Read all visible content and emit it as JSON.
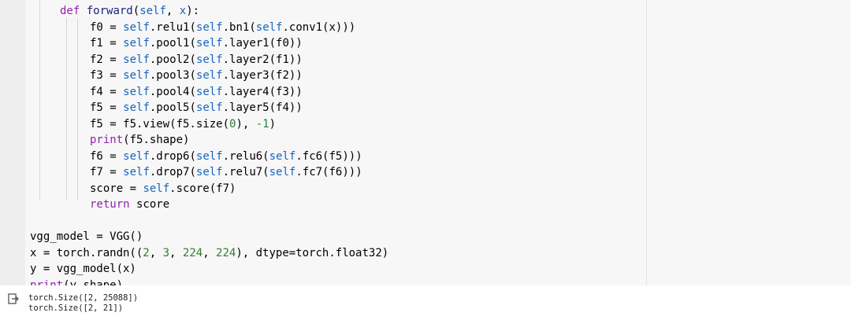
{
  "code": {
    "lines": [
      {
        "indent": 1,
        "tokens": [
          {
            "t": "def",
            "c": "kw"
          },
          {
            "t": " "
          },
          {
            "t": "forward",
            "c": "fn"
          },
          {
            "t": "("
          },
          {
            "t": "self",
            "c": "slf"
          },
          {
            "t": ", "
          },
          {
            "t": "x",
            "c": "slf"
          },
          {
            "t": "):"
          }
        ]
      },
      {
        "indent": 2,
        "tokens": [
          {
            "t": "f0 = "
          },
          {
            "t": "self",
            "c": "slf"
          },
          {
            "t": ".relu1("
          },
          {
            "t": "self",
            "c": "slf"
          },
          {
            "t": ".bn1("
          },
          {
            "t": "self",
            "c": "slf"
          },
          {
            "t": ".conv1(x)))"
          }
        ]
      },
      {
        "indent": 2,
        "tokens": [
          {
            "t": "f1 = "
          },
          {
            "t": "self",
            "c": "slf"
          },
          {
            "t": ".pool1("
          },
          {
            "t": "self",
            "c": "slf"
          },
          {
            "t": ".layer1(f0))"
          }
        ]
      },
      {
        "indent": 2,
        "tokens": [
          {
            "t": "f2 = "
          },
          {
            "t": "self",
            "c": "slf"
          },
          {
            "t": ".pool2("
          },
          {
            "t": "self",
            "c": "slf"
          },
          {
            "t": ".layer2(f1))"
          }
        ]
      },
      {
        "indent": 2,
        "tokens": [
          {
            "t": "f3 = "
          },
          {
            "t": "self",
            "c": "slf"
          },
          {
            "t": ".pool3("
          },
          {
            "t": "self",
            "c": "slf"
          },
          {
            "t": ".layer3(f2))"
          }
        ]
      },
      {
        "indent": 2,
        "tokens": [
          {
            "t": "f4 = "
          },
          {
            "t": "self",
            "c": "slf"
          },
          {
            "t": ".pool4("
          },
          {
            "t": "self",
            "c": "slf"
          },
          {
            "t": ".layer4(f3))"
          }
        ]
      },
      {
        "indent": 2,
        "tokens": [
          {
            "t": "f5 = "
          },
          {
            "t": "self",
            "c": "slf"
          },
          {
            "t": ".pool5("
          },
          {
            "t": "self",
            "c": "slf"
          },
          {
            "t": ".layer5(f4))"
          }
        ]
      },
      {
        "indent": 2,
        "tokens": [
          {
            "t": "f5 = f5.view(f5.size("
          },
          {
            "t": "0",
            "c": "num"
          },
          {
            "t": "), "
          },
          {
            "t": "-1",
            "c": "num"
          },
          {
            "t": ")"
          }
        ]
      },
      {
        "indent": 2,
        "tokens": [
          {
            "t": "print",
            "c": "kw"
          },
          {
            "t": "(f5.shape)"
          }
        ]
      },
      {
        "indent": 2,
        "tokens": [
          {
            "t": "f6 = "
          },
          {
            "t": "self",
            "c": "slf"
          },
          {
            "t": ".drop6("
          },
          {
            "t": "self",
            "c": "slf"
          },
          {
            "t": ".relu6("
          },
          {
            "t": "self",
            "c": "slf"
          },
          {
            "t": ".fc6(f5)))"
          }
        ]
      },
      {
        "indent": 2,
        "tokens": [
          {
            "t": "f7 = "
          },
          {
            "t": "self",
            "c": "slf"
          },
          {
            "t": ".drop7("
          },
          {
            "t": "self",
            "c": "slf"
          },
          {
            "t": ".relu7("
          },
          {
            "t": "self",
            "c": "slf"
          },
          {
            "t": ".fc7(f6)))"
          }
        ]
      },
      {
        "indent": 2,
        "tokens": [
          {
            "t": "score = "
          },
          {
            "t": "self",
            "c": "slf"
          },
          {
            "t": ".score(f7)"
          }
        ]
      },
      {
        "indent": 2,
        "tokens": [
          {
            "t": "return",
            "c": "kw"
          },
          {
            "t": " score"
          }
        ]
      },
      {
        "indent": 0,
        "tokens": []
      },
      {
        "indent": 0,
        "tokens": [
          {
            "t": "vgg_model = VGG()"
          }
        ]
      },
      {
        "indent": 0,
        "tokens": [
          {
            "t": "x = torch.randn(("
          },
          {
            "t": "2",
            "c": "num"
          },
          {
            "t": ", "
          },
          {
            "t": "3",
            "c": "num"
          },
          {
            "t": ", "
          },
          {
            "t": "224",
            "c": "num"
          },
          {
            "t": ", "
          },
          {
            "t": "224",
            "c": "num"
          },
          {
            "t": "), dtype=torch.float32)"
          }
        ]
      },
      {
        "indent": 0,
        "tokens": [
          {
            "t": "y = vgg_model(x)"
          }
        ]
      },
      {
        "indent": 0,
        "tokens": [
          {
            "t": "print",
            "c": "kw"
          },
          {
            "t": "(y.shape)"
          }
        ]
      }
    ]
  },
  "output": {
    "icon": "output-arrow-icon",
    "lines": [
      "torch.Size([2, 25088])",
      "torch.Size([2, 21])"
    ]
  },
  "colors": {
    "keyword": "#8e24aa",
    "self": "#1565c0",
    "number": "#2e7d32",
    "function": "#1a237e",
    "cell_background": "#f7f7f7",
    "gutter_background": "#eeeeee"
  }
}
